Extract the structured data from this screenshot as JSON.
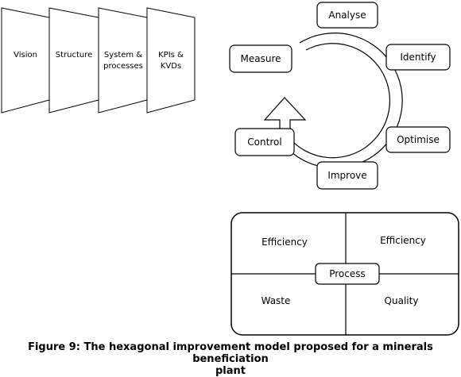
{
  "pillars": [
    {
      "label_lines": [
        "Vision"
      ]
    },
    {
      "label_lines": [
        "Structure"
      ]
    },
    {
      "label_lines": [
        "System &",
        "processes"
      ]
    },
    {
      "label_lines": [
        "KPIs &",
        "KVDs"
      ]
    }
  ],
  "cycle": {
    "steps": [
      "Analyse",
      "Identify",
      "Optimise",
      "Improve",
      "Control",
      "Measure"
    ]
  },
  "quadrants": {
    "top_left": "Efficiency",
    "top_right": "Efficiency",
    "bottom_left": "Waste",
    "bottom_right": "Quality",
    "center": "Process"
  },
  "caption_lines": [
    "Figure 9: The hexagonal improvement model proposed for a minerals beneficiation",
    "plant"
  ]
}
